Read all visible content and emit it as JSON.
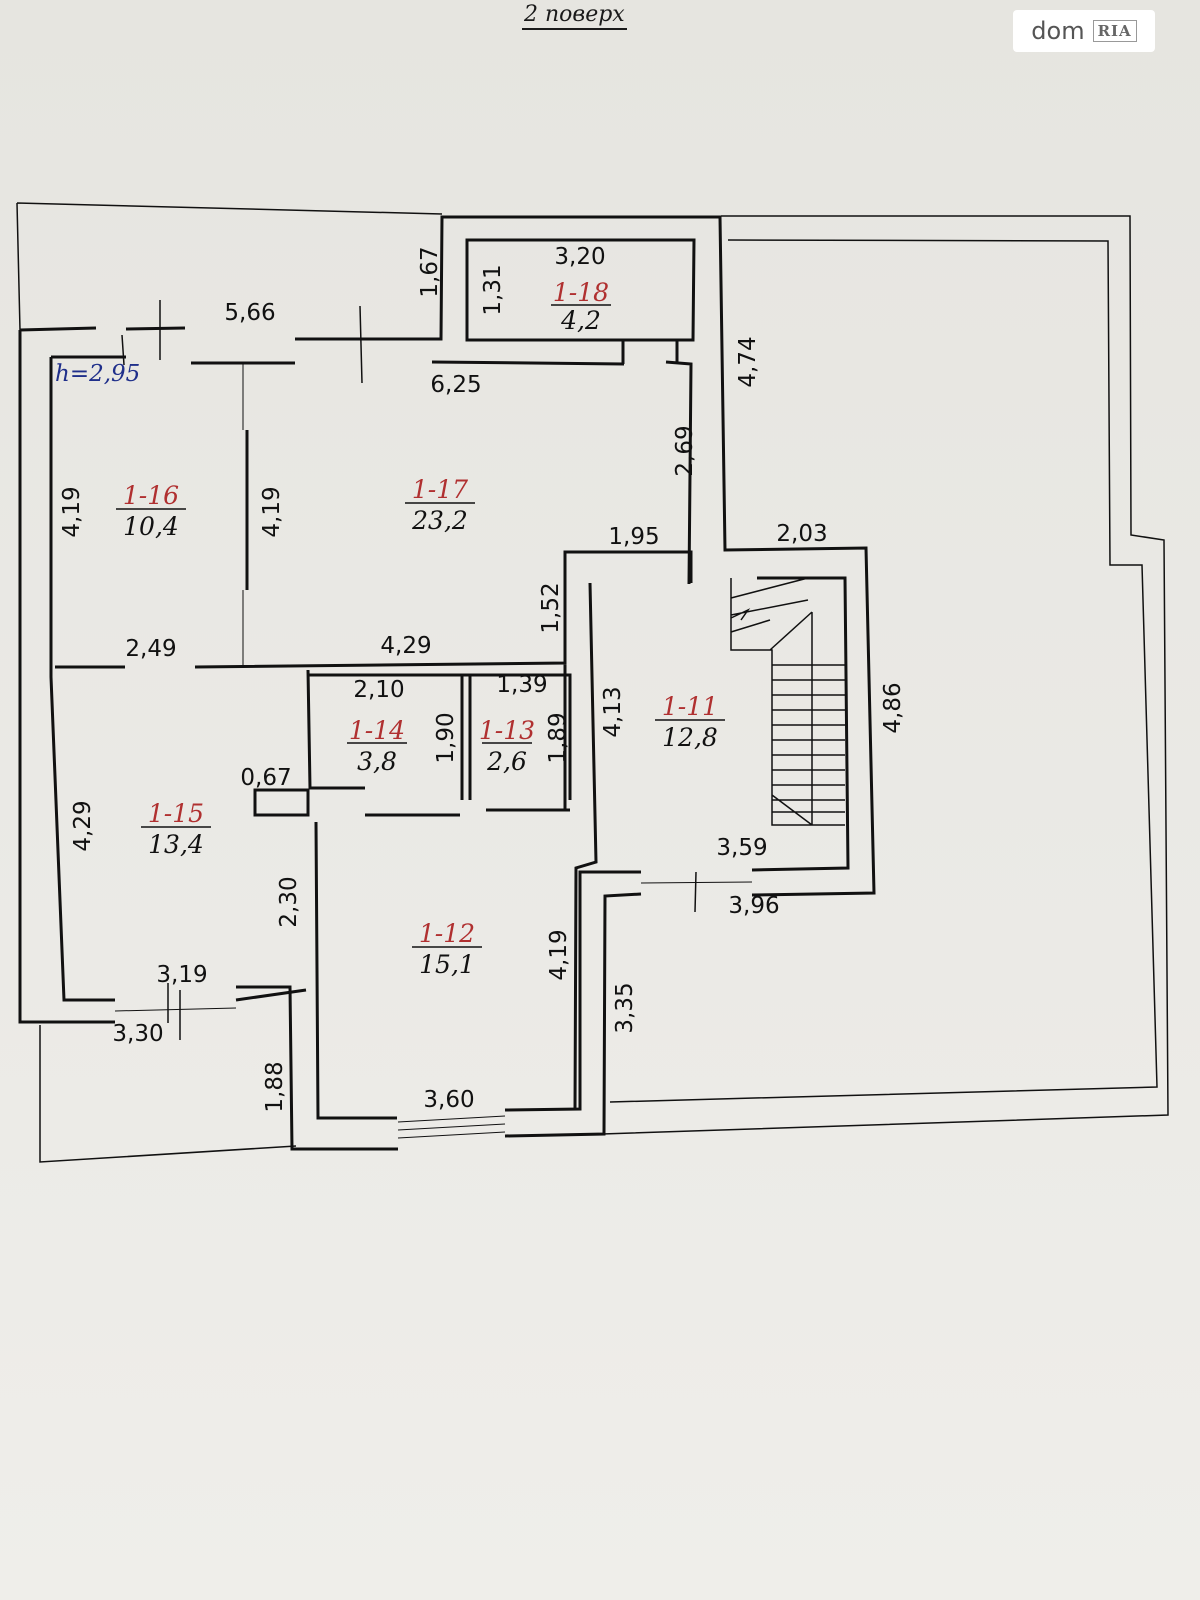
{
  "header": {
    "title": "2 поверх"
  },
  "watermark": {
    "brand": "dom",
    "badge": "RIA"
  },
  "plan": {
    "ceiling_height": "h=2,95",
    "rooms": [
      {
        "code": "1-18",
        "area": "4,2"
      },
      {
        "code": "1-16",
        "area": "10,4"
      },
      {
        "code": "1-17",
        "area": "23,2"
      },
      {
        "code": "1-11",
        "area": "12,8"
      },
      {
        "code": "1-14",
        "area": "3,8"
      },
      {
        "code": "1-13",
        "area": "2,6"
      },
      {
        "code": "1-15",
        "area": "13,4"
      },
      {
        "code": "1-12",
        "area": "15,1"
      }
    ],
    "dimensions": [
      "3,20",
      "1,31",
      "1,67",
      "5,66",
      "6,25",
      "4,74",
      "2,69",
      "1,95",
      "2,03",
      "4,19",
      "4,19",
      "1,52",
      "2,49",
      "4,29",
      "2,10",
      "1,39",
      "1,90",
      "1,89",
      "4,13",
      "4,86",
      "0,67",
      "4,29",
      "3,59",
      "3,96",
      "2,30",
      "4,19",
      "3,19",
      "3,35",
      "3,30",
      "1,88",
      "3,60"
    ]
  },
  "colors": {
    "room_code": "#b03030",
    "height_label": "#1f2f8a",
    "line": "#111111"
  }
}
